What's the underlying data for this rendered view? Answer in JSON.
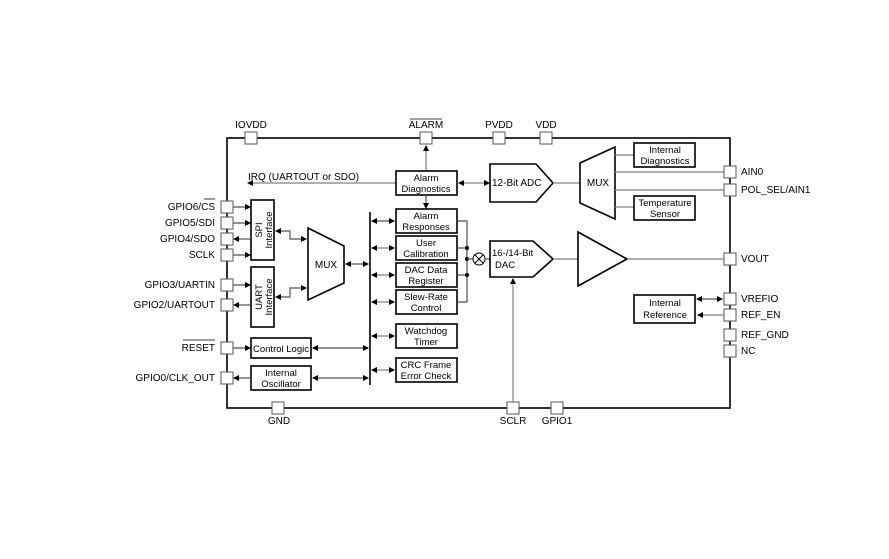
{
  "diagram": {
    "pins_top": {
      "iovdd": "IOVDD",
      "alarm": "ALARM",
      "pvdd": "PVDD",
      "vdd": "VDD"
    },
    "pins_left": {
      "gpio6": "GPIO6/CS",
      "gpio5": "GPIO5/SDI",
      "gpio4": "GPIO4/SDO",
      "sclk": "SCLK",
      "gpio3": "GPIO3/UARTIN",
      "gpio2": "GPIO2/UARTOUT",
      "reset": "RESET",
      "gpio0": "GPIO0/CLK_OUT"
    },
    "pins_right": {
      "ain0": "AIN0",
      "ain1": "POL_SEL/AIN1",
      "vout": "VOUT",
      "vrefio": "VREFIO",
      "ref_en": "REF_EN",
      "ref_gnd": "REF_GND",
      "nc": "NC"
    },
    "pins_bottom": {
      "gnd": "GND",
      "sclr": "SCLR",
      "gpio1": "GPIO1"
    },
    "signals": {
      "irq": "IRQ (UARTOUT or SDO)"
    },
    "blocks": {
      "spi": [
        "SPI",
        "Interface"
      ],
      "uart": [
        "UART",
        "Interface"
      ],
      "mux_left": "MUX",
      "mux_right": "MUX",
      "control_logic": "Control Logic",
      "oscillator": [
        "Internal",
        "Oscillator"
      ],
      "alarm_diag": [
        "Alarm",
        "Diagnostics"
      ],
      "alarm_resp": [
        "Alarm",
        "Responses"
      ],
      "user_cal": [
        "User",
        "Calibration"
      ],
      "dac_reg": [
        "DAC Data",
        "Register"
      ],
      "slew": [
        "Slew-Rate",
        "Control"
      ],
      "watchdog": [
        "Watchdog",
        "Timer"
      ],
      "crc": [
        "CRC Frame",
        "Error Check"
      ],
      "adc": "12-Bit ADC",
      "dac": [
        "16-/14-Bit",
        "DAC"
      ],
      "int_diag": [
        "Internal",
        "Diagnostics"
      ],
      "temp": [
        "Temperature",
        "Sensor"
      ],
      "int_ref": [
        "Internal",
        "Reference"
      ]
    }
  }
}
